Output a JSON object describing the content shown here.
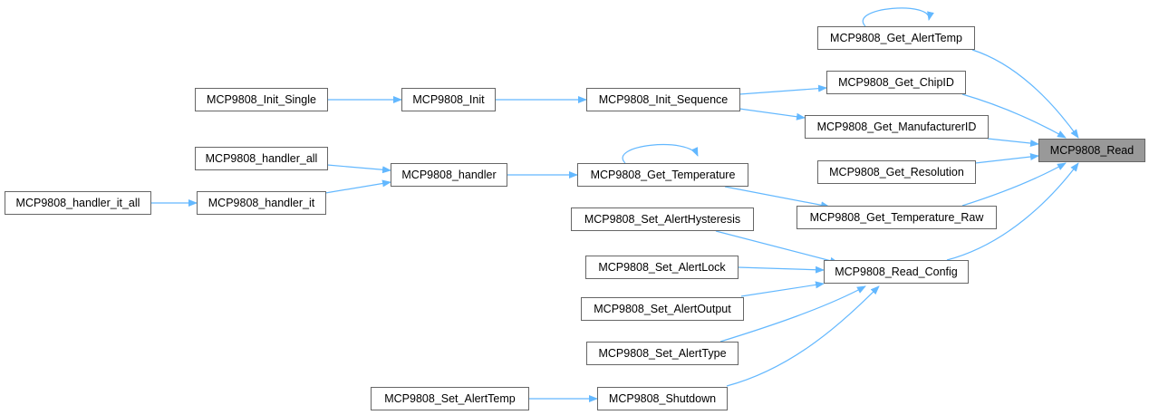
{
  "graph": {
    "type": "caller-graph",
    "edge_color": "#63b8ff",
    "focus_fill": "#999999",
    "nodes": {
      "read": "MCP9808_Read",
      "get_alerttemp": "MCP9808_Get_AlertTemp",
      "get_chipid": "MCP9808_Get_ChipID",
      "get_manufacturerid": "MCP9808_Get_ManufacturerID",
      "get_resolution": "MCP9808_Get_Resolution",
      "get_temperature_raw": "MCP9808_Get_Temperature_Raw",
      "read_config": "MCP9808_Read_Config",
      "init_sequence": "MCP9808_Init_Sequence",
      "init": "MCP9808_Init",
      "init_single": "MCP9808_Init_Single",
      "handler_all": "MCP9808_handler_all",
      "handler_it": "MCP9808_handler_it",
      "handler_it_all": "MCP9808_handler_it_all",
      "handler": "MCP9808_handler",
      "get_temperature": "MCP9808_Get_Temperature",
      "set_alerthysteresis": "MCP9808_Set_AlertHysteresis",
      "set_alertlock": "MCP9808_Set_AlertLock",
      "set_alertoutput": "MCP9808_Set_AlertOutput",
      "set_alerttype": "MCP9808_Set_AlertType",
      "shutdown": "MCP9808_Shutdown",
      "set_alerttemp": "MCP9808_Set_AlertTemp"
    },
    "edges": [
      [
        "init_single",
        "init"
      ],
      [
        "init",
        "init_sequence"
      ],
      [
        "init_sequence",
        "get_chipid"
      ],
      [
        "init_sequence",
        "get_manufacturerid"
      ],
      [
        "handler_all",
        "handler"
      ],
      [
        "handler_it",
        "handler"
      ],
      [
        "handler_it_all",
        "handler_it"
      ],
      [
        "handler",
        "get_temperature"
      ],
      [
        "get_temperature",
        "get_temperature"
      ],
      [
        "get_temperature",
        "get_temperature_raw"
      ],
      [
        "get_alerttemp",
        "get_alerttemp"
      ],
      [
        "set_alerthysteresis",
        "read_config"
      ],
      [
        "set_alertlock",
        "read_config"
      ],
      [
        "set_alertoutput",
        "read_config"
      ],
      [
        "set_alerttype",
        "read_config"
      ],
      [
        "shutdown",
        "read_config"
      ],
      [
        "set_alerttemp",
        "shutdown"
      ],
      [
        "get_alerttemp",
        "read"
      ],
      [
        "get_chipid",
        "read"
      ],
      [
        "get_manufacturerid",
        "read"
      ],
      [
        "get_resolution",
        "read"
      ],
      [
        "get_temperature_raw",
        "read"
      ],
      [
        "read_config",
        "read"
      ]
    ]
  }
}
